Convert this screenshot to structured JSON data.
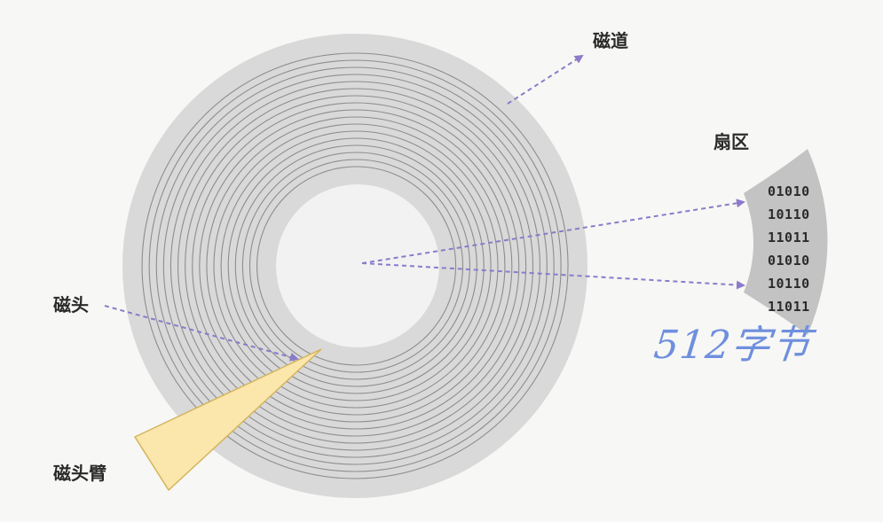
{
  "labels": {
    "track": "磁道",
    "sector": "扇区",
    "head": "磁头",
    "head_arm": "磁头臂"
  },
  "sector_bits": [
    "01010",
    "10110",
    "11011",
    "01010",
    "10110",
    "11011"
  ],
  "handwritten_note": "512字节",
  "colors": {
    "platter": "#d9d9d9",
    "track_line": "#8d8d8d",
    "hub": "#f2f2f2",
    "arrow": "#8b7bc9",
    "arm_fill": "#fbe6ac",
    "arm_stroke": "#d4b45c",
    "sector_fill": "#c3c3c3",
    "note": "#6f8fde"
  }
}
